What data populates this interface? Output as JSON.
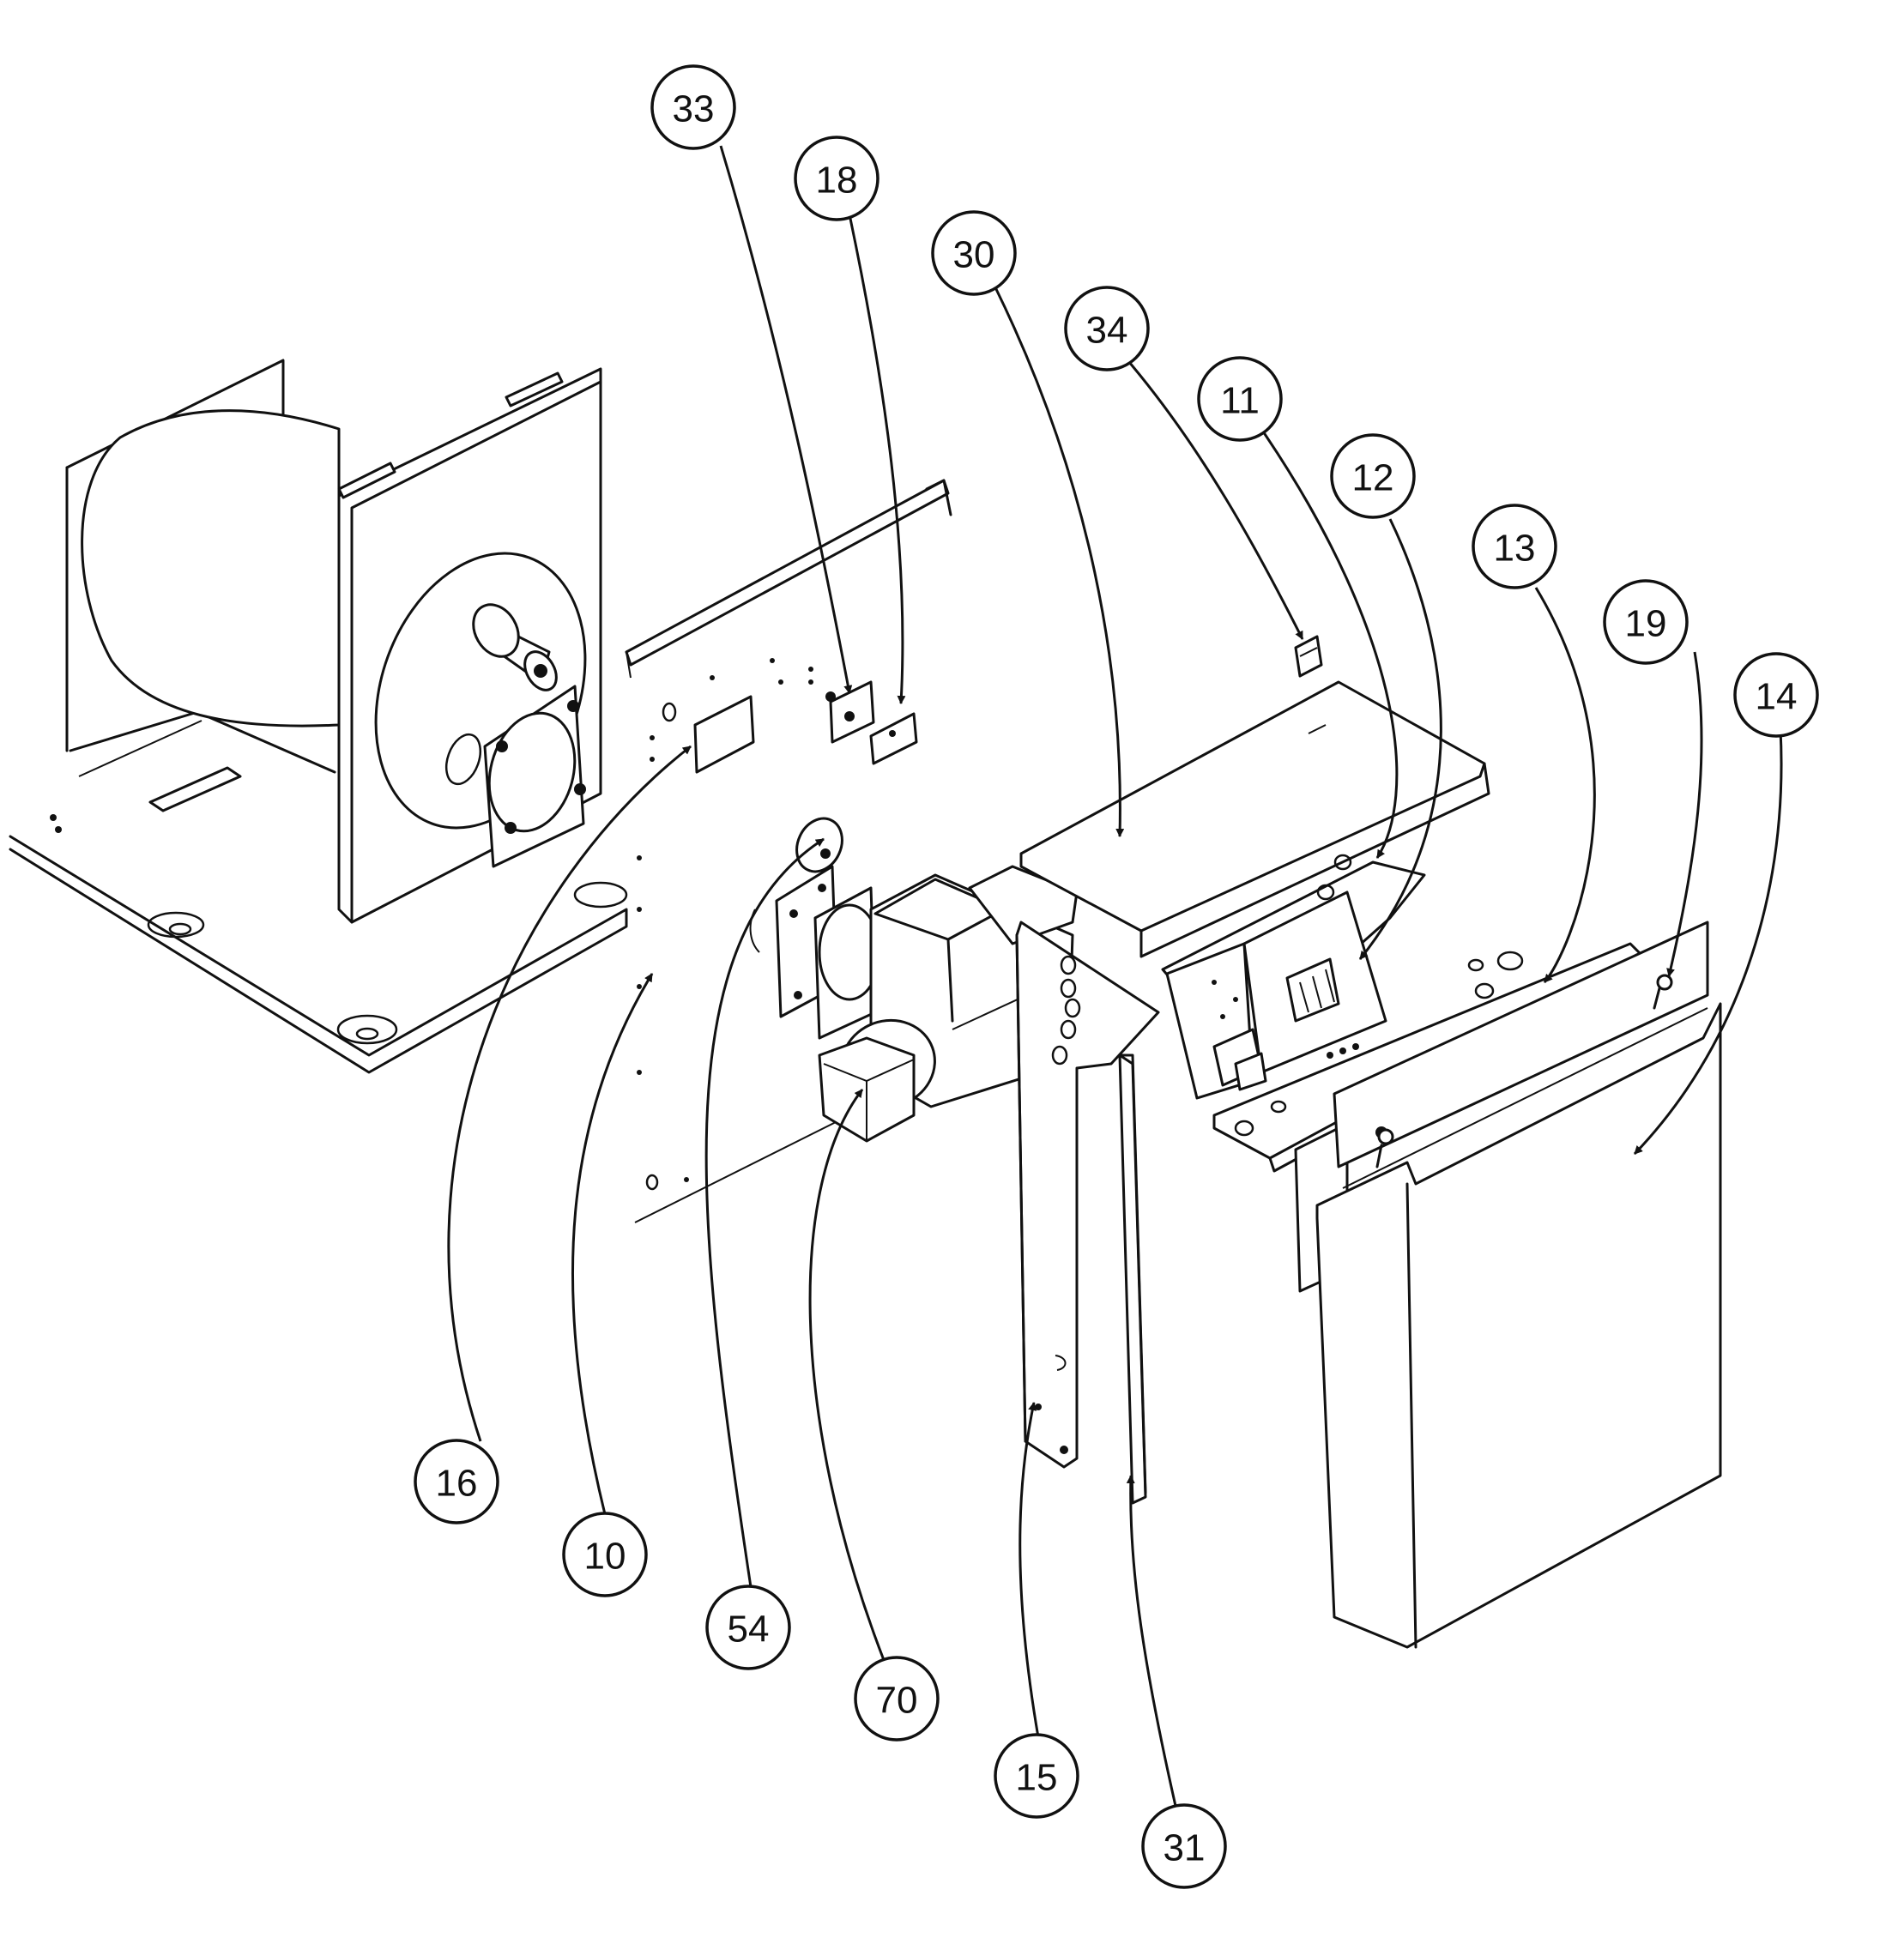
{
  "callouts": [
    {
      "id": "c33",
      "label": "33"
    },
    {
      "id": "c18",
      "label": "18"
    },
    {
      "id": "c30",
      "label": "30"
    },
    {
      "id": "c34",
      "label": "34"
    },
    {
      "id": "c11",
      "label": "11"
    },
    {
      "id": "c12",
      "label": "12"
    },
    {
      "id": "c13",
      "label": "13"
    },
    {
      "id": "c19",
      "label": "19"
    },
    {
      "id": "c14",
      "label": "14"
    },
    {
      "id": "c16",
      "label": "16"
    },
    {
      "id": "c10",
      "label": "10"
    },
    {
      "id": "c54",
      "label": "54"
    },
    {
      "id": "c70",
      "label": "70"
    },
    {
      "id": "c15",
      "label": "15"
    },
    {
      "id": "c31",
      "label": "31"
    }
  ]
}
